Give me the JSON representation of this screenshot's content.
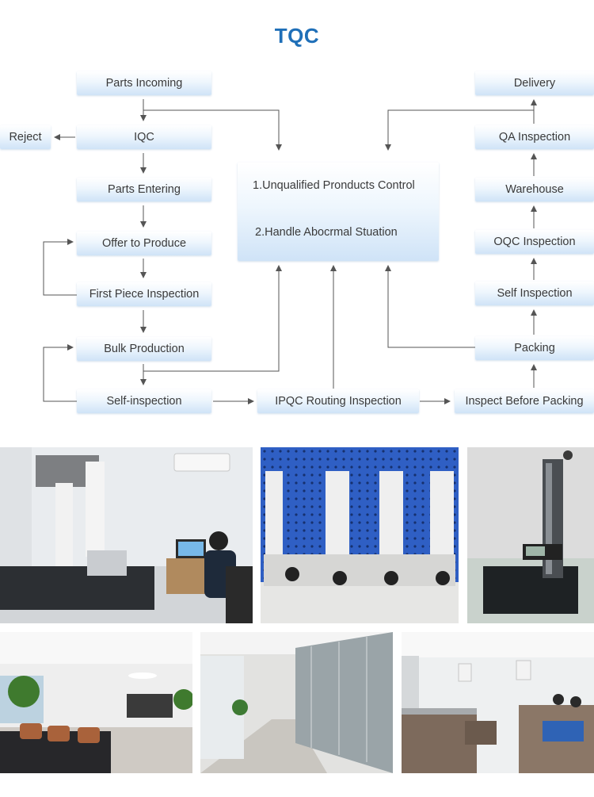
{
  "title": "TQC",
  "left_column": {
    "parts_incoming": "Parts Incoming",
    "iqc": "IQC",
    "parts_entering": "Parts Entering",
    "offer_to_produce": "Offer to Produce",
    "first_piece_inspection": "First Piece Inspection",
    "bulk_production": "Bulk Production",
    "self_inspection": "Self-inspection"
  },
  "reject": "Reject",
  "center": {
    "line1": "1.Unqualified Pronducts Control",
    "line2": "2.Handle Abocrmal Stuation"
  },
  "ipqc": "IPQC Routing Inspection",
  "right_column": {
    "delivery": "Delivery",
    "qa_inspection": "QA Inspection",
    "warehouse": "Warehouse",
    "oqc_inspection": "OQC Inspection",
    "self_inspection": "Self Inspection",
    "packing": "Packing",
    "inspect_before_packing": "Inspect Before Packing"
  },
  "colors": {
    "title": "#1f6fb8",
    "box_gradient_bottom": "#cfe3f7",
    "arrow": "#555555"
  }
}
